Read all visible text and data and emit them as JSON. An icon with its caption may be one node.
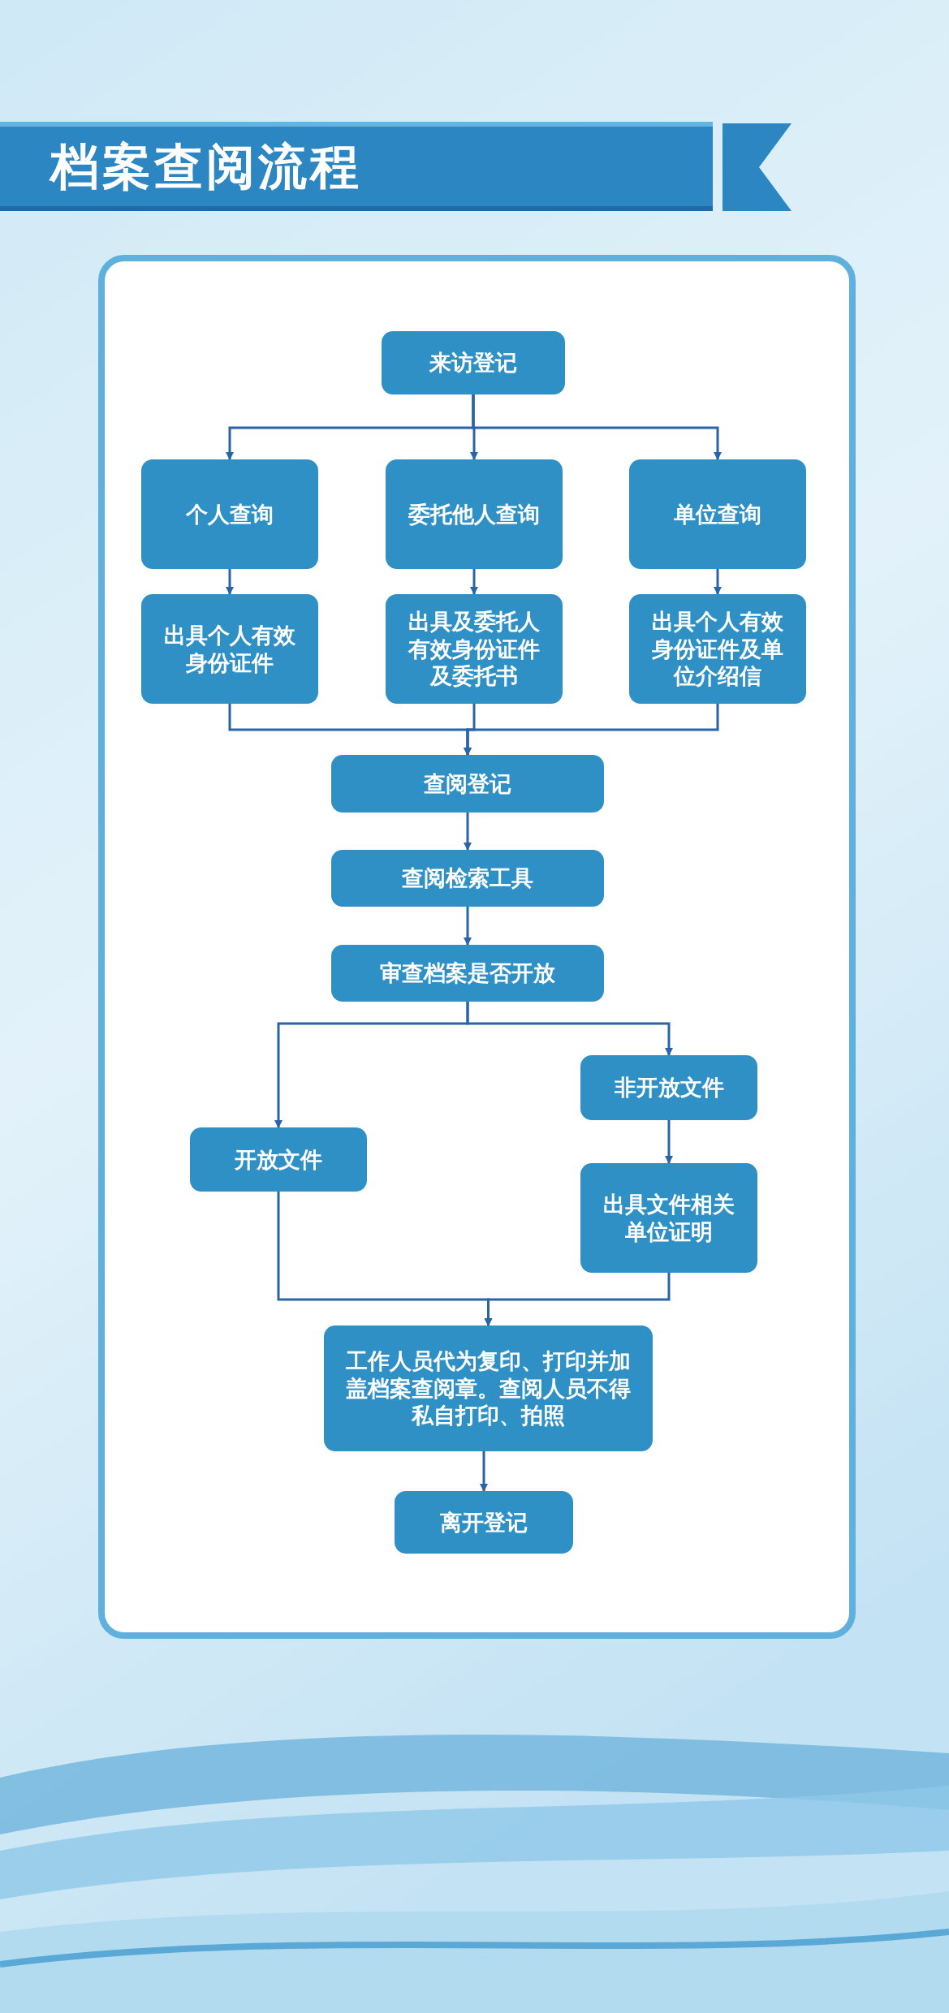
{
  "diagram": {
    "title": "档案查阅流程",
    "nodes": [
      {
        "text": [
          "来访登记"
        ]
      },
      {
        "text": [
          "个人查询"
        ]
      },
      {
        "text": [
          "委托他人查询"
        ]
      },
      {
        "text": [
          "单位查询"
        ]
      },
      {
        "text": [
          "出具个人有效身份证件"
        ]
      },
      {
        "text": [
          "出具及委托人有效身份证件及委托书"
        ]
      },
      {
        "text": [
          "出具个人有效身份证件及单位介绍信"
        ]
      },
      {
        "text": [
          "查阅登记"
        ]
      },
      {
        "text": [
          "查阅检索工具"
        ]
      },
      {
        "text": [
          "审查档案是否开放"
        ]
      },
      {
        "text": [
          "开放文件"
        ]
      },
      {
        "text": [
          "非开放文件"
        ]
      },
      {
        "text": [
          "出具文件相关单位证明"
        ]
      },
      {
        "text": [
          "工作人员代为复印、打印并加盖档案查阅章。查阅人员不得私自打印、拍照"
        ]
      },
      {
        "text": [
          "离开登记"
        ]
      }
    ],
    "edges": [
      {
        "from": 0,
        "to": 1,
        "arrow": "to"
      },
      {
        "from": 0,
        "to": 2,
        "arrow": "to"
      },
      {
        "from": 0,
        "to": 3,
        "arrow": "to"
      },
      {
        "from": 1,
        "to": 4,
        "arrow": "to"
      },
      {
        "from": 2,
        "to": 5,
        "arrow": "to"
      },
      {
        "from": 3,
        "to": 6,
        "arrow": "to"
      },
      {
        "from": 4,
        "to": 7,
        "arrow": "to"
      },
      {
        "from": 5,
        "to": 7,
        "arrow": "to"
      },
      {
        "from": 6,
        "to": 7,
        "arrow": "to"
      },
      {
        "from": 7,
        "to": 8,
        "arrow": "to"
      },
      {
        "from": 8,
        "to": 9,
        "arrow": "to"
      },
      {
        "from": 9,
        "to": 10,
        "arrow": "to"
      },
      {
        "from": 9,
        "to": 11,
        "arrow": "to"
      },
      {
        "from": 11,
        "to": 12,
        "arrow": "to"
      },
      {
        "from": 10,
        "to": 13,
        "arrow": "to"
      },
      {
        "from": 12,
        "to": 13,
        "arrow": "to"
      },
      {
        "from": 13,
        "to": 14,
        "arrow": "to"
      }
    ]
  }
}
